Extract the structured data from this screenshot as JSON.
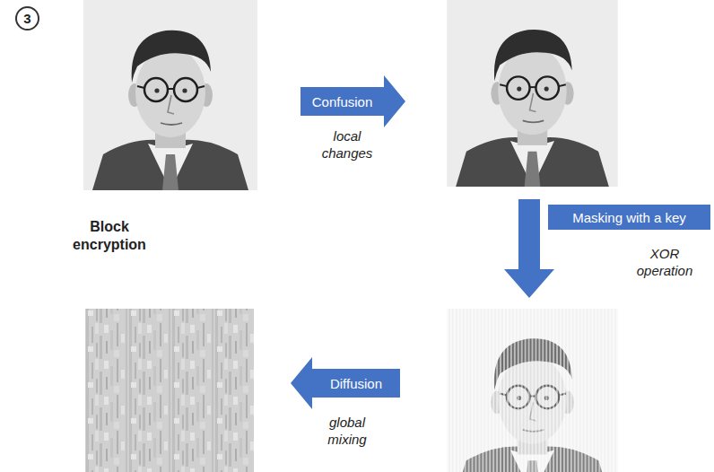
{
  "diagram": {
    "nodes": [
      {
        "text": [
          "3"
        ]
      },
      {
        "text": [
          "Confusion"
        ]
      },
      {
        "text": [
          "Masking with a key"
        ]
      },
      {
        "text": [
          "Diffusion"
        ]
      }
    ],
    "labels": [
      "Block encryption",
      "local changes",
      "XOR operation",
      "global mixing"
    ]
  }
}
